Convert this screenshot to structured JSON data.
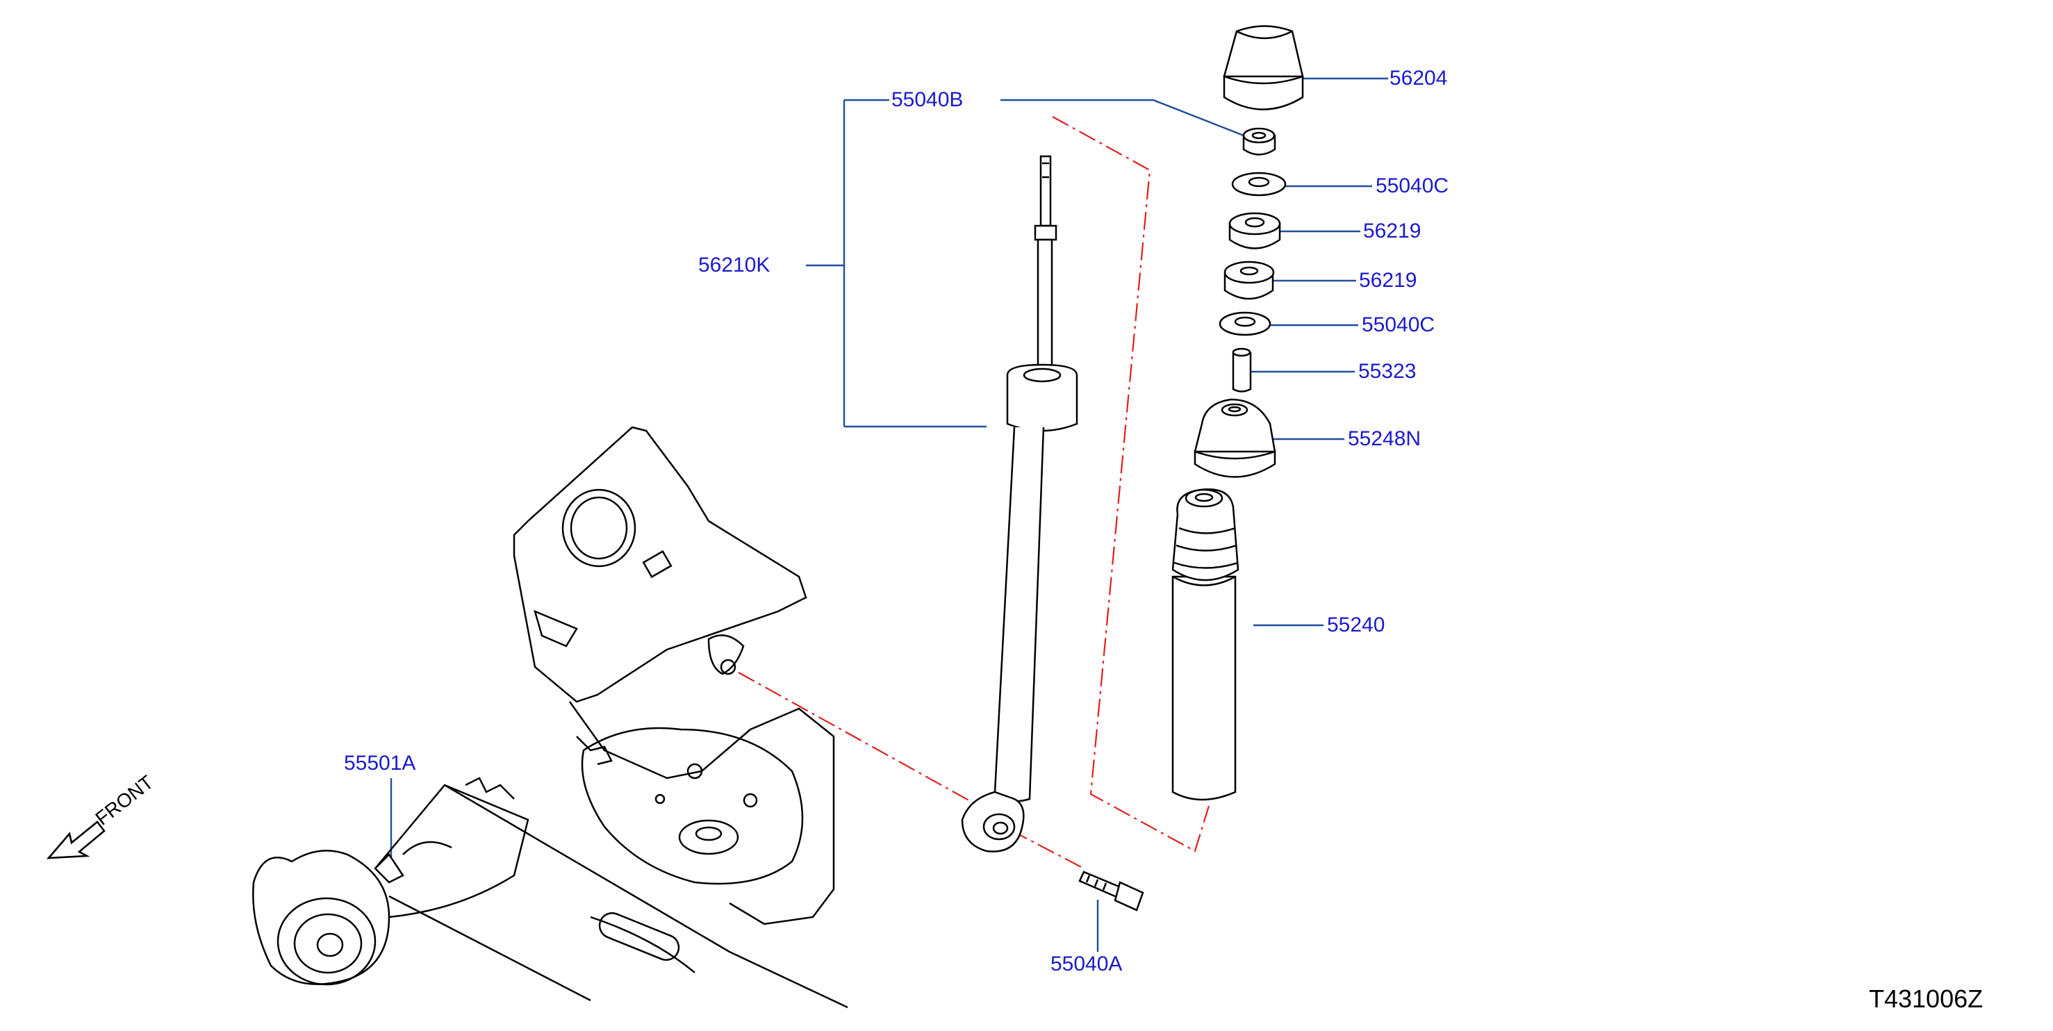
{
  "diagram": {
    "code": "T431006Z",
    "front_indicator": "FRONT",
    "colors": {
      "line": "#000000",
      "leader": "#1f4e9e",
      "label": "#1a1acc",
      "phantom": "#e02020"
    },
    "parts": [
      {
        "id": "56204",
        "label": "56204"
      },
      {
        "id": "55040B",
        "label": "55040B"
      },
      {
        "id": "55040C_upper",
        "label": "55040C"
      },
      {
        "id": "56219_upper",
        "label": "56219"
      },
      {
        "id": "56210K",
        "label": "56210K"
      },
      {
        "id": "56219_lower",
        "label": "56219"
      },
      {
        "id": "55040C_lower",
        "label": "55040C"
      },
      {
        "id": "55323",
        "label": "55323"
      },
      {
        "id": "55248N",
        "label": "55248N"
      },
      {
        "id": "55240",
        "label": "55240"
      },
      {
        "id": "55501A",
        "label": "55501A"
      },
      {
        "id": "55040A",
        "label": "55040A"
      }
    ]
  }
}
